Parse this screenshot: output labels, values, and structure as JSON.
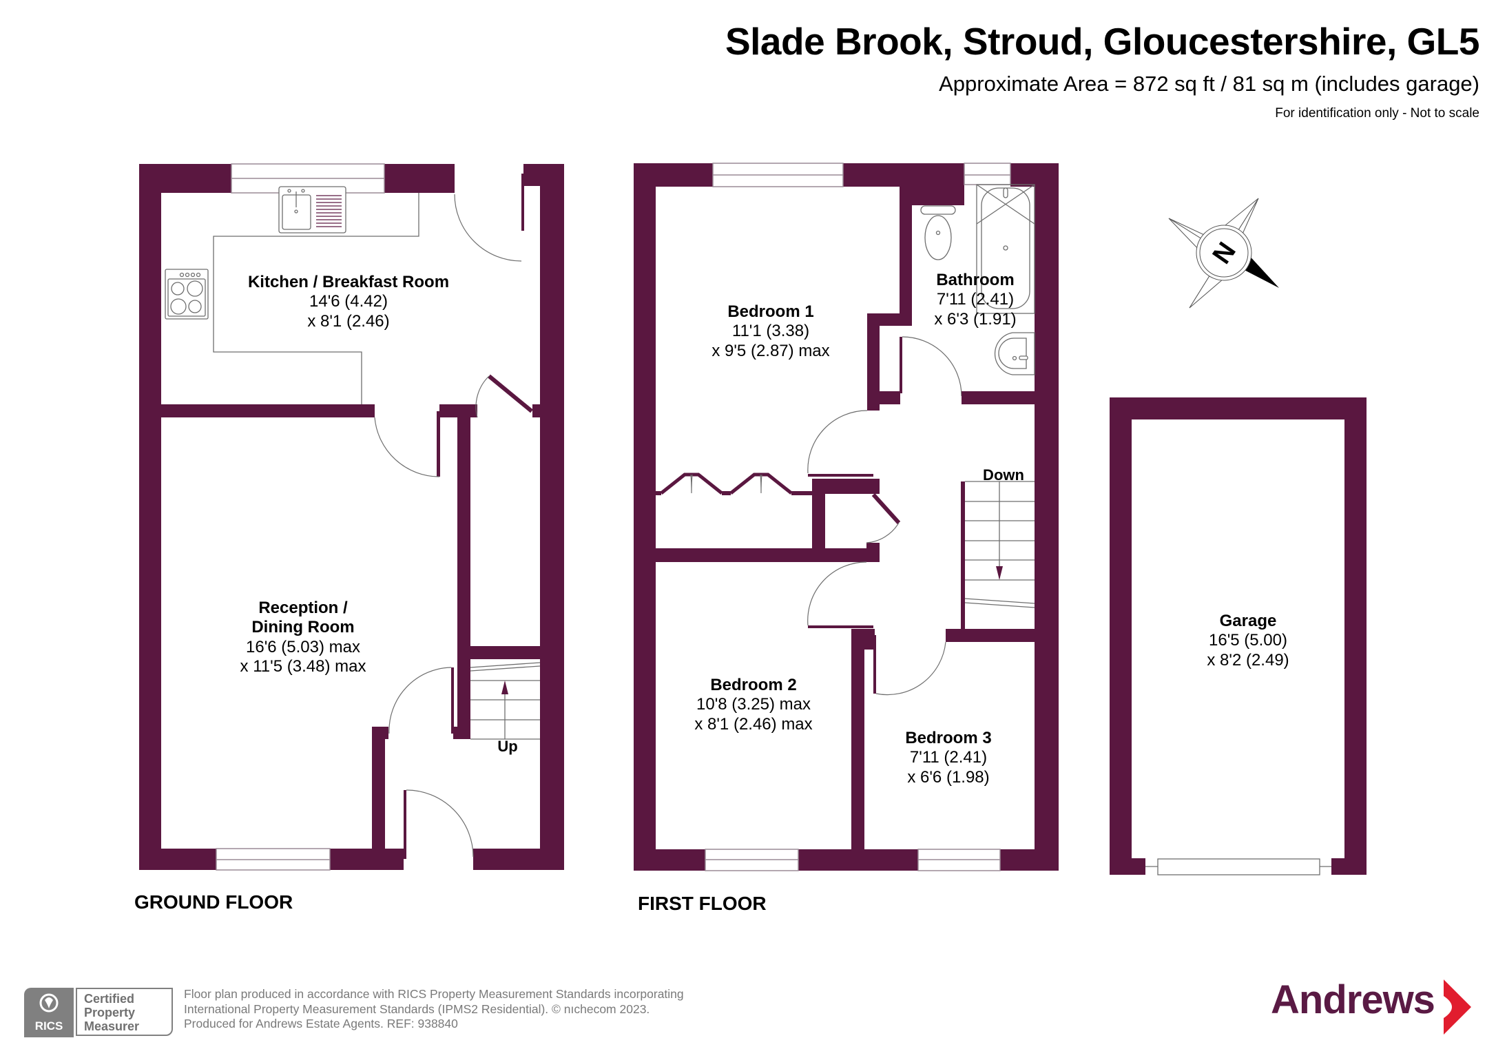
{
  "header": {
    "title": "Slade Brook, Stroud, Gloucestershire, GL5",
    "area": "Approximate Area = 872 sq ft / 81 sq m (includes garage)",
    "note": "For identification only - Not to scale"
  },
  "colors": {
    "wall": "#5a1740",
    "brand_text": "#5a1a44",
    "brand_arrow": "#e11d2e",
    "footer_grey": "#808080"
  },
  "ground_floor": {
    "label": "GROUND FLOOR",
    "rooms": [
      {
        "name": "Kitchen / Breakfast Room",
        "dim1": "14'6 (4.42)",
        "dim2": "x 8'1 (2.46)"
      },
      {
        "name": "Reception /",
        "name2": "Dining Room",
        "dim1": "16'6 (5.03) max",
        "dim2": "x 11'5 (3.48) max"
      }
    ],
    "stairs_label": "Up"
  },
  "first_floor": {
    "label": "FIRST FLOOR",
    "rooms": [
      {
        "name": "Bedroom 1",
        "dim1": "11'1 (3.38)",
        "dim2": "x 9'5 (2.87) max"
      },
      {
        "name": "Bathroom",
        "dim1": "7'11 (2.41)",
        "dim2": "x 6'3 (1.91)"
      },
      {
        "name": "Bedroom 2",
        "dim1": "10'8 (3.25) max",
        "dim2": "x 8'1 (2.46) max"
      },
      {
        "name": "Bedroom 3",
        "dim1": "7'11 (2.41)",
        "dim2": "x 6'6 (1.98)"
      }
    ],
    "stairs_label": "Down"
  },
  "garage": {
    "name": "Garage",
    "dim1": "16'5 (5.00)",
    "dim2": "x 8'2 (2.49)"
  },
  "compass": {
    "icon": "north-compass-icon",
    "letter": "N"
  },
  "footer": {
    "badge": {
      "org": "RICS",
      "line1": "Certified",
      "line2": "Property",
      "line3": "Measurer"
    },
    "lines": [
      "Floor plan produced in accordance with RICS Property Measurement Standards incorporating",
      "International Property Measurement Standards (IPMS2 Residential).   © nıchecom 2023.",
      "Produced for Andrews Estate Agents.   REF:   938840"
    ],
    "logo": "Andrews"
  }
}
